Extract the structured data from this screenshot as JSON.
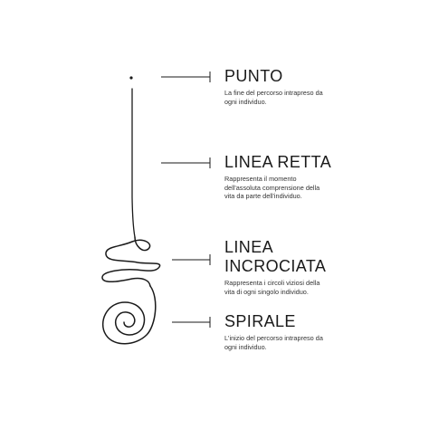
{
  "colors": {
    "ink": "#1a1a1a",
    "text": "#333333",
    "background": "#ffffff"
  },
  "sections": [
    {
      "title": "PUNTO",
      "description": "La fine del percorso intrapreso da ogni individuo."
    },
    {
      "title": "LINEA RETTA",
      "description": "Rappresenta il momento dell'assoluta comprensione della vita da parte dell'individuo."
    },
    {
      "title_lines": [
        "LINEA",
        "INCROCIATA"
      ],
      "description": "Rappresenta i circoli viziosi della vita di ogni singolo individuo."
    },
    {
      "title": "SPIRALE",
      "description": "L'inizio del percorso intrapreso da ogni individuo."
    }
  ]
}
